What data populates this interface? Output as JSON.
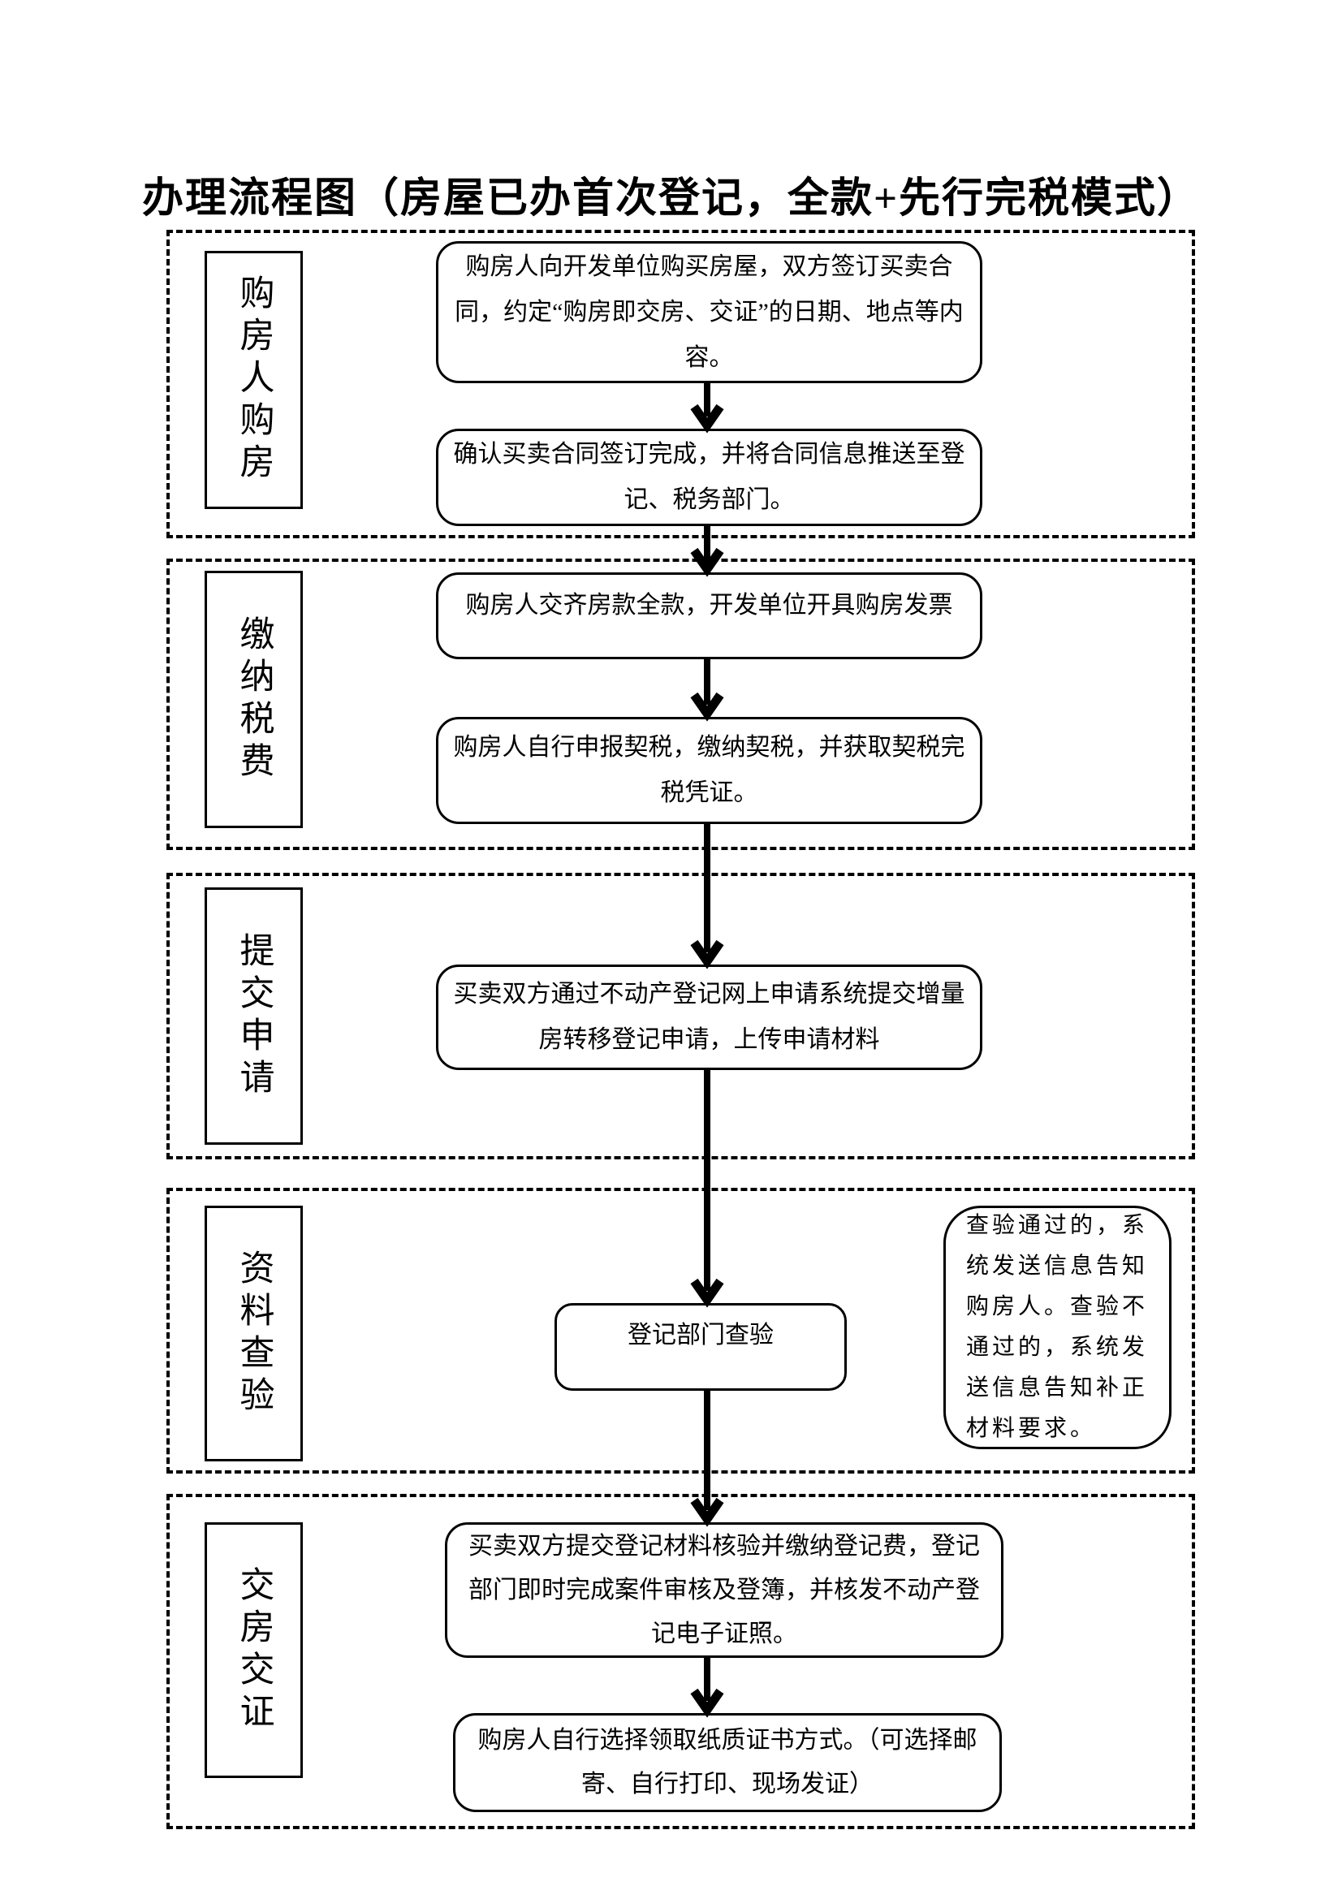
{
  "title": "办理流程图（房屋已办首次登记，全款+先行完税模式）",
  "sections": [
    {
      "label": "购房人购房",
      "boxes": [
        "购房人向开发单位购买房屋，双方签订买卖合同，约定“购房即交房、交证”的日期、地点等内容。",
        "确认买卖合同签订完成，并将合同信息推送至登记、税务部门。"
      ]
    },
    {
      "label": "缴纳税费",
      "boxes": [
        "购房人交齐房款全款，开发单位开具购房发票",
        "购房人自行申报契税，缴纳契税，并获取契税完税凭证。"
      ]
    },
    {
      "label": "提交申请",
      "boxes": [
        "买卖双方通过不动产登记网上申请系统提交增量房转移登记申请，上传申请材料"
      ]
    },
    {
      "label": "资料查验",
      "boxes": [
        "登记部门查验"
      ],
      "note": "查验通过的，系统发送信息告知购房人。查验不通过的，系统发送信息告知补正材料要求。"
    },
    {
      "label": "交房交证",
      "boxes": [
        "买卖双方提交登记材料核验并缴纳登记费，登记部门即时完成案件审核及登簿，并核发不动产登记电子证照。",
        "购房人自行选择领取纸质证书方式。（可选择邮寄、自行打印、现场发证）"
      ]
    }
  ],
  "colors": {
    "ink": "#000000",
    "paper": "#ffffff"
  }
}
